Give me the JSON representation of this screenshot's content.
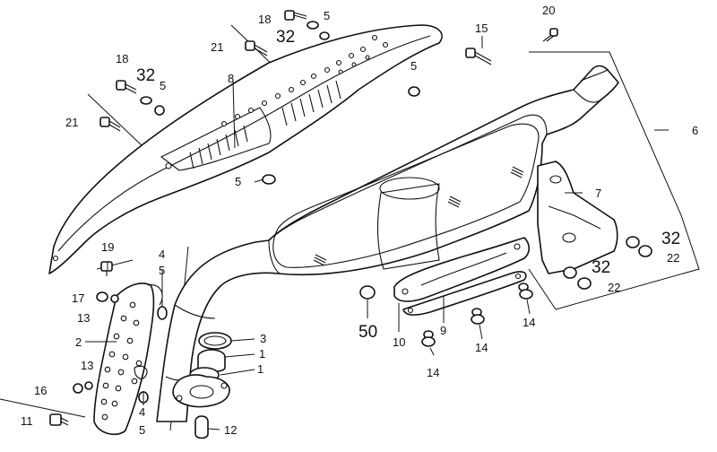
{
  "diagram": {
    "callouts": [
      {
        "id": "c-18a",
        "text": "18"
      },
      {
        "id": "c-32a",
        "text": "32"
      },
      {
        "id": "c-5a",
        "text": "5"
      },
      {
        "id": "c-21a",
        "text": "21"
      },
      {
        "id": "c-8",
        "text": "8"
      },
      {
        "id": "c-18b",
        "text": "18"
      },
      {
        "id": "c-32b",
        "text": "32"
      },
      {
        "id": "c-5b",
        "text": "5"
      },
      {
        "id": "c-21b",
        "text": "21"
      },
      {
        "id": "c-15",
        "text": "15"
      },
      {
        "id": "c-20",
        "text": "20"
      },
      {
        "id": "c-5c",
        "text": "5"
      },
      {
        "id": "c-6",
        "text": "6"
      },
      {
        "id": "c-5d",
        "text": "5"
      },
      {
        "id": "c-7",
        "text": "7"
      },
      {
        "id": "c-32c",
        "text": "32"
      },
      {
        "id": "c-22a",
        "text": "22"
      },
      {
        "id": "c-32d",
        "text": "32"
      },
      {
        "id": "c-22b",
        "text": "22"
      },
      {
        "id": "c-19",
        "text": "19"
      },
      {
        "id": "c-4a",
        "text": "4"
      },
      {
        "id": "c-5e",
        "text": "5"
      },
      {
        "id": "c-17",
        "text": "17"
      },
      {
        "id": "c-13a",
        "text": "13"
      },
      {
        "id": "c-2",
        "text": "2"
      },
      {
        "id": "c-3",
        "text": "3"
      },
      {
        "id": "c-1a",
        "text": "1"
      },
      {
        "id": "c-1b",
        "text": "1"
      },
      {
        "id": "c-13b",
        "text": "13"
      },
      {
        "id": "c-16",
        "text": "16"
      },
      {
        "id": "c-11",
        "text": "11"
      },
      {
        "id": "c-4b",
        "text": "4"
      },
      {
        "id": "c-5f",
        "text": "5"
      },
      {
        "id": "c-12",
        "text": "12"
      },
      {
        "id": "c-50",
        "text": "50"
      },
      {
        "id": "c-10",
        "text": "10"
      },
      {
        "id": "c-9",
        "text": "9"
      },
      {
        "id": "c-14a",
        "text": "14"
      },
      {
        "id": "c-14b",
        "text": "14"
      },
      {
        "id": "c-14c",
        "text": "14"
      }
    ]
  }
}
